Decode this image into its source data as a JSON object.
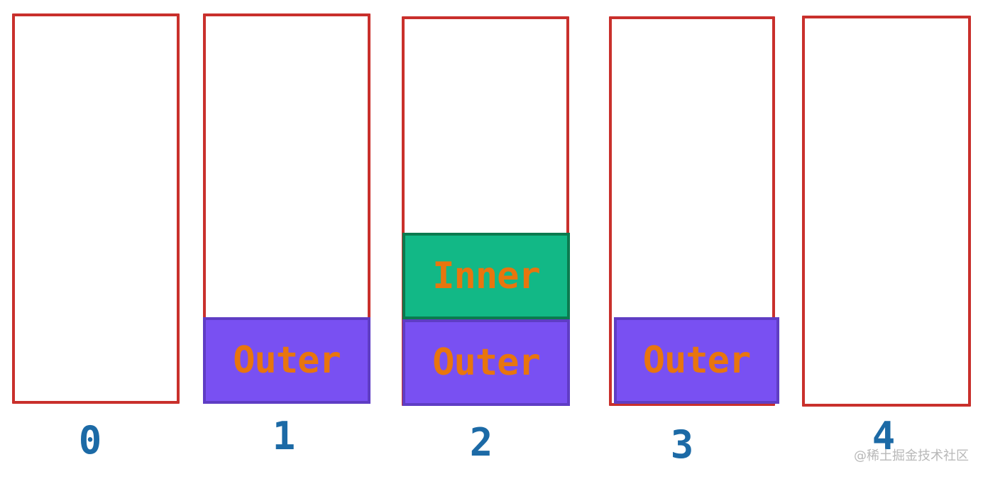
{
  "colors": {
    "column_border": "#c9302c",
    "outer_fill": "#7950f2",
    "outer_border": "#5f3dc4",
    "inner_fill": "#12b886",
    "inner_border": "#0b7a4f",
    "frame_text": "#e8750e",
    "index_text": "#1c6aa6"
  },
  "columns": [
    {
      "index": "0",
      "frames": []
    },
    {
      "index": "1",
      "frames": [
        {
          "label": "Outer"
        }
      ]
    },
    {
      "index": "2",
      "frames": [
        {
          "label": "Outer"
        },
        {
          "label": "Inner"
        }
      ]
    },
    {
      "index": "3",
      "frames": [
        {
          "label": "Outer"
        }
      ]
    },
    {
      "index": "4",
      "frames": []
    }
  ],
  "watermark": "@稀土掘金技术社区"
}
